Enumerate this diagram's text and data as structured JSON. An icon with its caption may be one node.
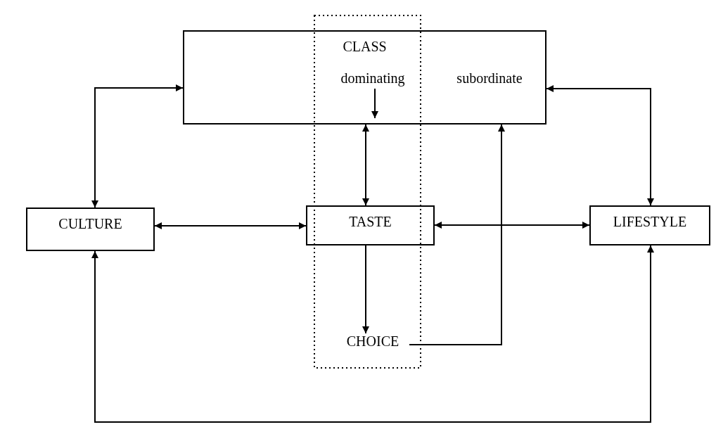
{
  "diagram": {
    "nodes": [
      {
        "text": [
          "CLASS"
        ]
      },
      {
        "text": [
          "dominating"
        ],
        "in": 0
      },
      {
        "text": [
          "subordinate"
        ],
        "in": 0
      },
      {
        "text": [
          "CULTURE"
        ]
      },
      {
        "text": [
          "TASTE"
        ]
      },
      {
        "text": [
          "LIFESTYLE"
        ]
      },
      {
        "text": [
          "CHOICE"
        ]
      }
    ],
    "edges": [
      {
        "from": 3,
        "to": 0,
        "arrow": "both"
      },
      {
        "from": 1,
        "to": null,
        "arrow": "to"
      },
      {
        "from": 0,
        "to": 4,
        "arrow": "both"
      },
      {
        "from": 0,
        "to": 5,
        "arrow": "both"
      },
      {
        "from": 3,
        "to": 4,
        "arrow": "both"
      },
      {
        "from": 4,
        "to": 5,
        "arrow": "both"
      },
      {
        "from": 4,
        "to": 6,
        "arrow": "to"
      },
      {
        "from": 6,
        "to": 0,
        "arrow": "to"
      },
      {
        "from": 3,
        "to": 5,
        "arrow": "both"
      }
    ]
  }
}
